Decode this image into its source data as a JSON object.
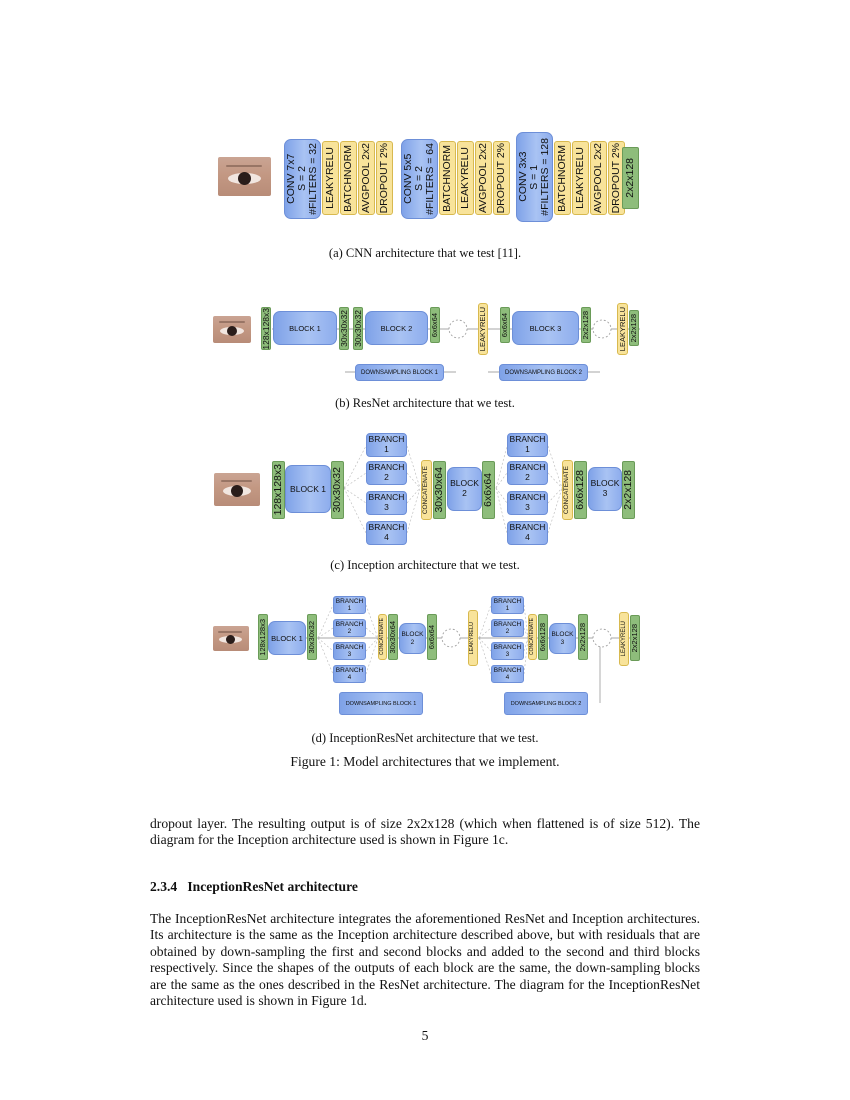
{
  "figure": {
    "caption": "Figure 1: Model architectures that we implement.",
    "subfigures": {
      "a": {
        "caption": "(a) CNN architecture that we test [11].",
        "stages": [
          {
            "conv": [
              "CONV 7x7",
              "S = 2",
              "#FILTERS = 32"
            ],
            "ops": [
              "LEAKYRELU",
              "BATCHNORM",
              "AVGPOOL 2x2",
              "DROPOUT 2%"
            ]
          },
          {
            "conv": [
              "CONV 5x5",
              "S = 2",
              "#FILTERS = 64"
            ],
            "ops": [
              "BATCHNORM",
              "LEAKYRELU",
              "AVGPOOL 2x2",
              "DROPOUT 2%"
            ]
          },
          {
            "conv": [
              "CONV 3x3",
              "S = 1",
              "#FILTERS = 128"
            ],
            "ops": [
              "BATCHNORM",
              "LEAKYRELU",
              "AVGPOOL 2x2",
              "DROPOUT 2%"
            ]
          }
        ],
        "output": "2x2x128"
      },
      "b": {
        "caption": "(b) ResNet architecture that we test.",
        "input": "128x128x3",
        "block1": "BLOCK 1",
        "out1": "30x30x32",
        "block2": "BLOCK 2",
        "out2": "6x6x64",
        "relu1": "LEAKYRELU",
        "res_in": "6x6x64",
        "block3": "BLOCK 3",
        "out3": "2x2x128",
        "relu2": "LEAKYRELU",
        "final": "2x2x128",
        "down1": "DOWNSAMPLING BLOCK 1",
        "down2": "DOWNSAMPLING BLOCK 2"
      },
      "c": {
        "caption": "(c) Inception architecture that we test.",
        "input": "128x128x3",
        "block1": "BLOCK 1",
        "out1": "30x30x32",
        "branches": [
          "BRANCH\n1",
          "BRANCH\n2",
          "BRANCH\n3",
          "BRANCH\n4"
        ],
        "concat": "CONCATENATE",
        "cat1": "30x30x64",
        "block2": "BLOCK\n2",
        "out2": "6x6x64",
        "cat2": "6x6x128",
        "block3": "BLOCK\n3",
        "final": "2x2x128"
      },
      "d": {
        "caption": "(d) InceptionResNet architecture that we test.",
        "input": "128x128x3",
        "block1": "BLOCK 1",
        "out1": "30x30x32",
        "branches": [
          "BRANCH\n1",
          "BRANCH\n2",
          "BRANCH\n3",
          "BRANCH\n4"
        ],
        "concat": "CONCATENATE",
        "cat1": "30x30x64",
        "block2": "BLOCK\n2",
        "out2": "6x6x64",
        "relu1": "LEAKYRELU",
        "cat2": "6x6x128",
        "block3": "BLOCK\n3",
        "out3": "2x2x128",
        "relu2": "LEAKYRELU",
        "final": "2x2x128",
        "down1": "DOWNSAMPLING BLOCK 1",
        "down2": "DOWNSAMPLING BLOCK 2"
      }
    }
  },
  "text": {
    "para1": "dropout layer. The resulting output is of size 2x2x128 (which when flattened is of size 512). The diagram for the Inception architecture used is shown in Figure 1c.",
    "section_number": "2.3.4",
    "section_title": "InceptionResNet architecture",
    "para2": "The InceptionResNet architecture integrates the aforementioned ResNet and Inception architectures. Its architecture is the same as the Inception architecture described above, but with residuals that are obtained by down-sampling the first and second blocks and added to the second and third blocks respectively. Since the shapes of the outputs of each block are the same, the down-sampling blocks are the same as the ones described in the ResNet architecture. The diagram for the InceptionResNet architecture used is shown in Figure 1d.",
    "page_number": "5"
  }
}
